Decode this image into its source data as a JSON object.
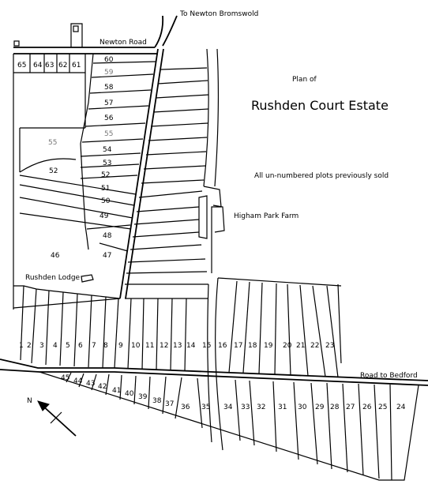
{
  "labels": {
    "to_newton": "To Newton Bromswold",
    "newton_road": "Newton Road",
    "plan_of": "Plan of",
    "estate_title": "Rushden Court Estate",
    "note": "All un-numbered plots previously sold",
    "higham": "Higham Park Farm",
    "rushden_lodge": "Rushden Lodge",
    "road_bedford": "Road to Bedford",
    "north_letter": "N"
  },
  "colors": {
    "ink": "#000000",
    "grey_number": "#777777",
    "paper": "#ffffff"
  },
  "plots": [
    {
      "id": "65",
      "n": "65"
    },
    {
      "id": "64",
      "n": "64"
    },
    {
      "id": "63",
      "n": "63"
    },
    {
      "id": "62",
      "n": "62"
    },
    {
      "id": "61",
      "n": "61"
    },
    {
      "id": "60",
      "n": "60"
    },
    {
      "id": "59",
      "n": "59",
      "grey": true
    },
    {
      "id": "58",
      "n": "58"
    },
    {
      "id": "57",
      "n": "57"
    },
    {
      "id": "56",
      "n": "56"
    },
    {
      "id": "55b",
      "n": "55",
      "grey": true
    },
    {
      "id": "55a",
      "n": "55",
      "grey": true
    },
    {
      "id": "54",
      "n": "54"
    },
    {
      "id": "53",
      "n": "53"
    },
    {
      "id": "52b",
      "n": "52"
    },
    {
      "id": "52a",
      "n": "52"
    },
    {
      "id": "51",
      "n": "51"
    },
    {
      "id": "50",
      "n": "50"
    },
    {
      "id": "49",
      "n": "49"
    },
    {
      "id": "48",
      "n": "48"
    },
    {
      "id": "47",
      "n": "47"
    },
    {
      "id": "46",
      "n": "46"
    },
    {
      "id": "1",
      "n": "1"
    },
    {
      "id": "2",
      "n": "2"
    },
    {
      "id": "3",
      "n": "3"
    },
    {
      "id": "4",
      "n": "4"
    },
    {
      "id": "5",
      "n": "5"
    },
    {
      "id": "6",
      "n": "6"
    },
    {
      "id": "7",
      "n": "7"
    },
    {
      "id": "8",
      "n": "8"
    },
    {
      "id": "9",
      "n": "9"
    },
    {
      "id": "10",
      "n": "10"
    },
    {
      "id": "11",
      "n": "11"
    },
    {
      "id": "12",
      "n": "12"
    },
    {
      "id": "13",
      "n": "13"
    },
    {
      "id": "14",
      "n": "14"
    },
    {
      "id": "15",
      "n": "15"
    },
    {
      "id": "16",
      "n": "16"
    },
    {
      "id": "17",
      "n": "17"
    },
    {
      "id": "18",
      "n": "18"
    },
    {
      "id": "19",
      "n": "19"
    },
    {
      "id": "20",
      "n": "20"
    },
    {
      "id": "21",
      "n": "21"
    },
    {
      "id": "22",
      "n": "22"
    },
    {
      "id": "23",
      "n": "23"
    },
    {
      "id": "45",
      "n": "45"
    },
    {
      "id": "44",
      "n": "44"
    },
    {
      "id": "43",
      "n": "43"
    },
    {
      "id": "42",
      "n": "42"
    },
    {
      "id": "41",
      "n": "41"
    },
    {
      "id": "40",
      "n": "40"
    },
    {
      "id": "39",
      "n": "39"
    },
    {
      "id": "38",
      "n": "38"
    },
    {
      "id": "37",
      "n": "37"
    },
    {
      "id": "36",
      "n": "36"
    },
    {
      "id": "35",
      "n": "35"
    },
    {
      "id": "34",
      "n": "34"
    },
    {
      "id": "33",
      "n": "33"
    },
    {
      "id": "32",
      "n": "32"
    },
    {
      "id": "31",
      "n": "31"
    },
    {
      "id": "30",
      "n": "30"
    },
    {
      "id": "29",
      "n": "29"
    },
    {
      "id": "28",
      "n": "28"
    },
    {
      "id": "27",
      "n": "27"
    },
    {
      "id": "26",
      "n": "26"
    },
    {
      "id": "25",
      "n": "25"
    },
    {
      "id": "24",
      "n": "24"
    }
  ]
}
